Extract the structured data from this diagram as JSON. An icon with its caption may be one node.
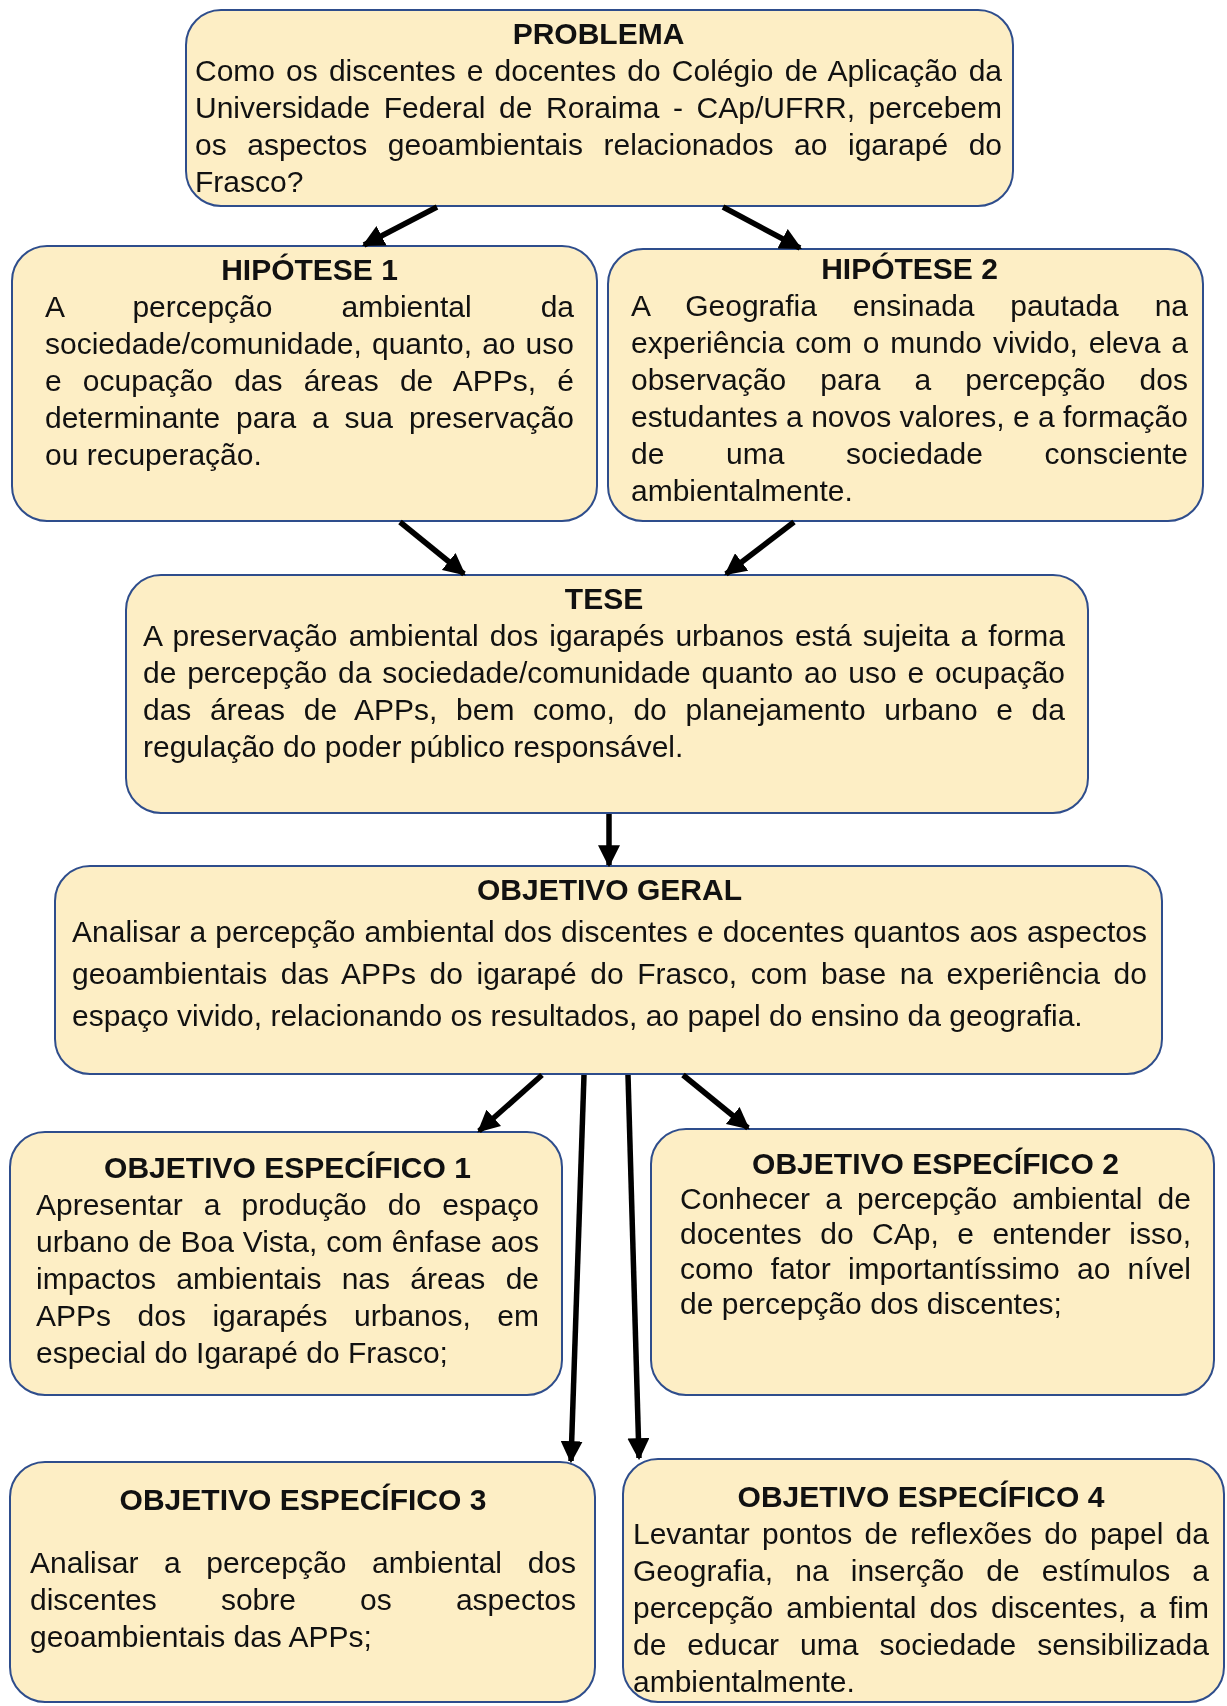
{
  "diagram": {
    "nodes": [
      {
        "text": [
          "PROBLEMA",
          "Como os discentes e docentes do Colégio de Aplicação da Universidade Federal de Roraima - CAp/UFRR, percebem os aspectos geoambientais relacionados ao igarapé do Frasco?"
        ]
      },
      {
        "text": [
          "HIPÓTESE 1",
          "A percepção ambiental da sociedade/comunidade, quanto, ao uso e ocupação das áreas de APPs, é determinante para a sua preservação ou recuperação."
        ]
      },
      {
        "text": [
          "HIPÓTESE 2",
          "A Geografia ensinada pautada na experiência com o mundo vivido, eleva a observação para a percepção dos estudantes a novos valores, e a formação de uma sociedade consciente ambientalmente."
        ]
      },
      {
        "text": [
          "TESE",
          "A preservação ambiental dos igarapés urbanos está sujeita a forma de percepção da sociedade/comunidade quanto ao uso e ocupação das áreas de APPs, bem como, do planejamento urbano e da regulação do poder público responsável."
        ]
      },
      {
        "text": [
          "OBJETIVO GERAL",
          "Analisar a percepção ambiental dos discentes e docentes quantos aos aspectos geoambientais das APPs do igarapé do Frasco, com base na experiência do espaço vivido, relacionando os resultados, ao papel do ensino da geografia."
        ]
      },
      {
        "text": [
          "OBJETIVO ESPECÍFICO 1",
          "Apresentar a produção do espaço urbano de Boa Vista, com ênfase aos impactos ambientais nas áreas de APPs dos igarapés urbanos, em especial do Igarapé do Frasco;"
        ]
      },
      {
        "text": [
          "OBJETIVO ESPECÍFICO 2",
          "Conhecer a percepção ambiental de docentes do CAp, e entender isso, como fator importantíssimo ao nível de percepção dos discentes;"
        ]
      },
      {
        "text": [
          "OBJETIVO ESPECÍFICO 3",
          "Analisar a percepção ambiental dos discentes sobre os aspectos geoambientais das APPs;"
        ]
      },
      {
        "text": [
          "OBJETIVO ESPECÍFICO 4",
          "Levantar pontos de reflexões do papel da Geografia, na inserção de estímulos a percepção ambiental dos discentes, a fim de educar uma sociedade sensibilizada ambientalmente."
        ]
      }
    ],
    "edges": [
      {
        "from": 0,
        "to": 1,
        "arrow": "to"
      },
      {
        "from": 0,
        "to": 2,
        "arrow": "to"
      },
      {
        "from": 1,
        "to": 3,
        "arrow": "to"
      },
      {
        "from": 2,
        "to": 3,
        "arrow": "to"
      },
      {
        "from": 3,
        "to": 4,
        "arrow": "to"
      },
      {
        "from": 4,
        "to": 5,
        "arrow": "to"
      },
      {
        "from": 4,
        "to": 6,
        "arrow": "to"
      },
      {
        "from": 4,
        "to": 7,
        "arrow": "to"
      },
      {
        "from": 4,
        "to": 8,
        "arrow": "to"
      }
    ]
  }
}
